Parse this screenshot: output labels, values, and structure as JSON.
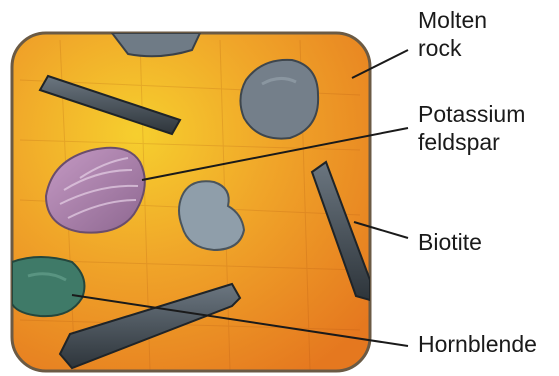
{
  "labels": {
    "molten_rock": {
      "line1": "Molten",
      "line2": "rock"
    },
    "potassium_feldspar": {
      "line1": "Potassium",
      "line2": "feldspar"
    },
    "biotite": "Biotite",
    "hornblende": "Hornblende"
  },
  "colors": {
    "magma_orange": "#e8892a",
    "magma_yellow": "#f2c12a",
    "potassium_feldspar": "#a97fa6",
    "biotite": "#4b5560",
    "hornblende": "#3f4a4f",
    "green_mineral": "#3f7a68",
    "gray_crystal": "#7a8794",
    "frame": "#5a4a3a"
  }
}
